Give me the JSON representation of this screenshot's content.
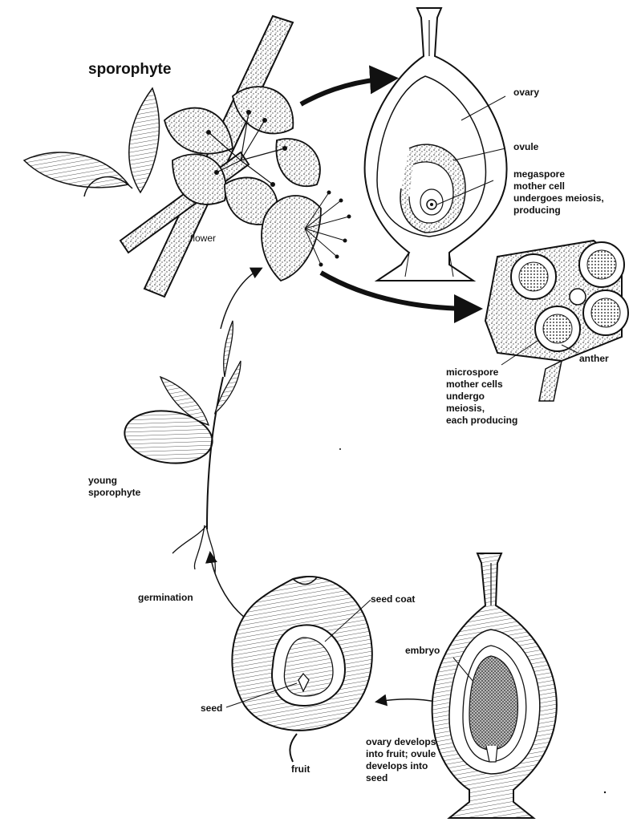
{
  "title": "sporophyte",
  "labels": {
    "ovary": "ovary",
    "ovule": "ovule",
    "megaspore": "megaspore\nmother cell\nundergoes meiosis,\nproducing",
    "flower": "flower",
    "anther": "anther",
    "microspore": "microspore\nmother cells\nundergo\nmeiosis,\neach producing",
    "young_sporophyte": "young\nsporophyte",
    "germination": "germination",
    "seed_coat": "seed coat",
    "embryo": "embryo",
    "seed": "seed",
    "fruit": "fruit",
    "ovary_develops": "ovary develops\ninto fruit; ovule\ndevelops into\nseed"
  }
}
